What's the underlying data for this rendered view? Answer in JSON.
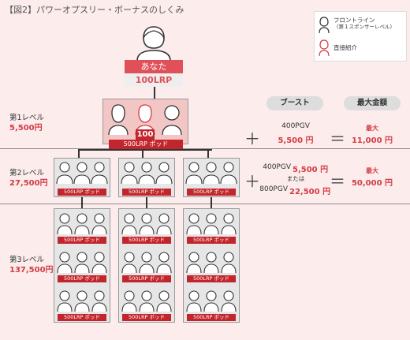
{
  "title": "【図2】パワーオプスリー・ボーナスのしくみ",
  "legend": {
    "frontline": "フロントライン",
    "frontline_sub": "（第１スポンサーレベル）",
    "direct": "直接紹介"
  },
  "you": {
    "label": "あなた",
    "points": "100LRP"
  },
  "level1": {
    "name": "第1レベル",
    "amount": "5,500円",
    "center_points": "100",
    "pod_label": "500LRP ポッド"
  },
  "level2": {
    "name": "第2レベル",
    "amount": "27,500円",
    "pod_label": "500LRP ポッド"
  },
  "level3": {
    "name": "第3レベル",
    "amount": "137,500円",
    "pod_label": "500LRP ポッド"
  },
  "headers": {
    "boost": "ブースト",
    "max": "最大金額"
  },
  "row1": {
    "pgv": "400PGV",
    "boost": "5,500 円",
    "max_label": "最大",
    "max": "11,000 円"
  },
  "row2": {
    "pgv1": "400PGV",
    "boost1": "5,500 円",
    "or": "または",
    "pgv2": "800PGV",
    "boost2": "22,500 円",
    "max_label": "最大",
    "max": "50,000 円"
  },
  "symbols": {
    "plus": "＋",
    "equals": "＝"
  },
  "colors": {
    "accent": "#d23c44",
    "background": "#fcecec",
    "box": "#e6e6e6"
  }
}
